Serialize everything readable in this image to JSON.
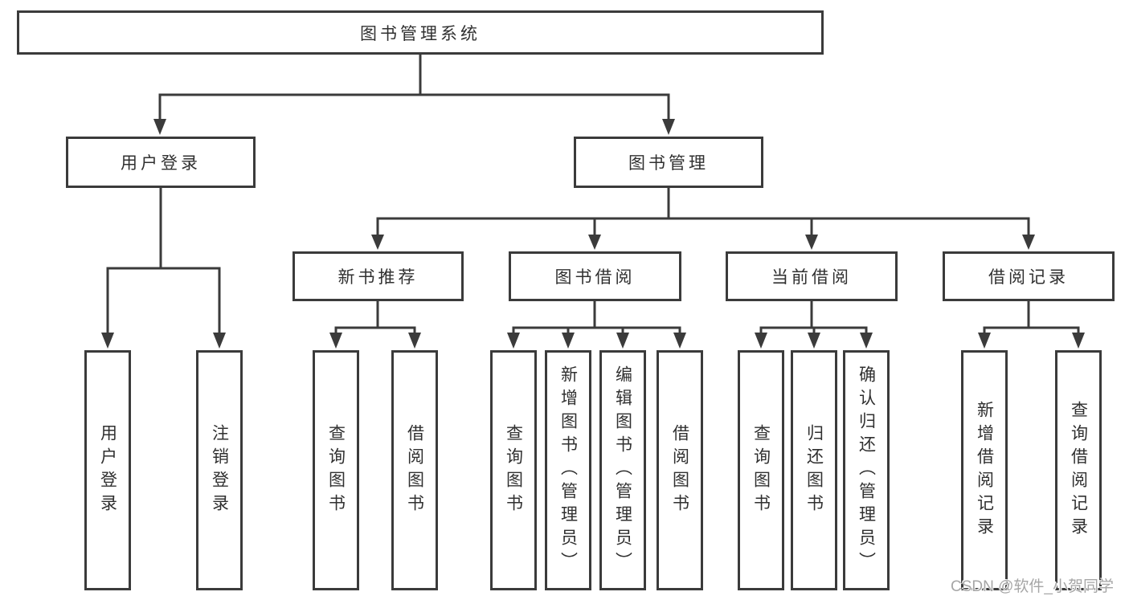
{
  "colors": {
    "line": "#3b3b3b",
    "box_border": "#3b3b3b",
    "text": "#303030",
    "background": "#ffffff",
    "watermark_text": "#a6a6a6"
  },
  "watermark": {
    "text": "CSDN @软件_小贺同学"
  },
  "tree": {
    "root": {
      "label": "图书管理系统"
    },
    "branches": [
      {
        "label": "用户登录",
        "children": [
          {
            "label": "用户登录"
          },
          {
            "label": "注销登录"
          }
        ]
      },
      {
        "label": "图书管理",
        "children": [
          {
            "label": "新书推荐",
            "children": [
              {
                "label": "查询图书"
              },
              {
                "label": "借阅图书"
              }
            ]
          },
          {
            "label": "图书借阅",
            "children": [
              {
                "label": "查询图书"
              },
              {
                "label": "新增图书（管理员）"
              },
              {
                "label": "编辑图书（管理员）"
              },
              {
                "label": "借阅图书"
              }
            ]
          },
          {
            "label": "当前借阅",
            "children": [
              {
                "label": "查询图书"
              },
              {
                "label": "归还图书"
              },
              {
                "label": "确认归还（管理员）"
              }
            ]
          },
          {
            "label": "借阅记录",
            "children": [
              {
                "label": "新增借阅记录"
              },
              {
                "label": "查询借阅记录"
              }
            ]
          }
        ]
      }
    ]
  }
}
